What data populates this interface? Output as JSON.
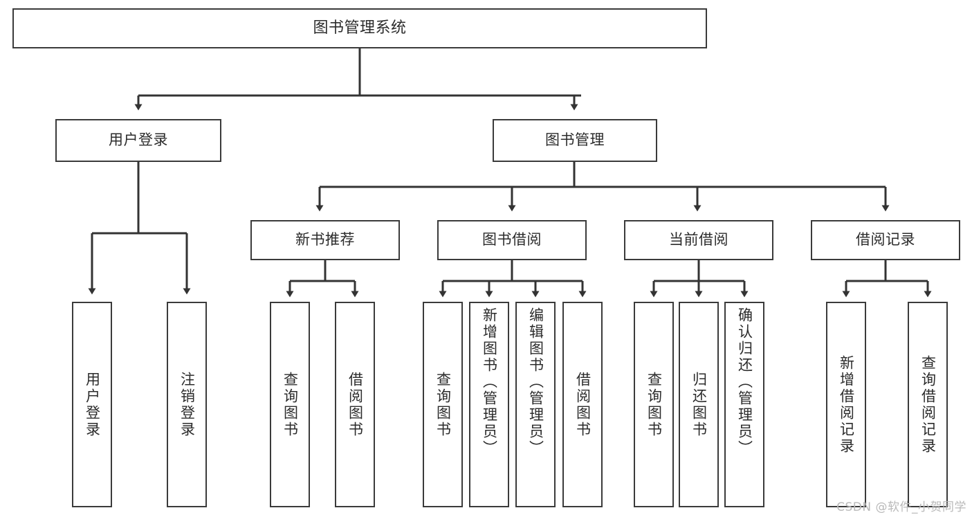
{
  "diagram": {
    "title": "图书管理系统",
    "type": "hierarchy-tree",
    "watermark": "CSDN @软件_小贺同学",
    "colors": {
      "box_border": "#3a3a3a",
      "box_fill": "#ffffff",
      "text": "#2b2b2b",
      "edge": "#333333",
      "watermark": "#b9b9b9"
    },
    "root": {
      "label": "图书管理系统"
    },
    "level2": [
      {
        "label": "用户登录"
      },
      {
        "label": "图书管理"
      }
    ],
    "level3": [
      {
        "label": "新书推荐"
      },
      {
        "label": "图书借阅"
      },
      {
        "label": "当前借阅"
      },
      {
        "label": "借阅记录"
      }
    ],
    "leaves": {
      "user_login": [
        {
          "label": "用户登录"
        },
        {
          "label": "注销登录"
        }
      ],
      "new_book_recommend": [
        {
          "label": "查询图书"
        },
        {
          "label": "借阅图书"
        }
      ],
      "book_borrow": [
        {
          "label": "查询图书"
        },
        {
          "label": "新增图书（管理员）"
        },
        {
          "label": "编辑图书（管理员）"
        },
        {
          "label": "借阅图书"
        }
      ],
      "current_borrow": [
        {
          "label": "查询图书"
        },
        {
          "label": "归还图书"
        },
        {
          "label": "确认归还（管理员）"
        }
      ],
      "borrow_record": [
        {
          "label": "新增借阅记录"
        },
        {
          "label": "查询借阅记录"
        }
      ]
    }
  }
}
